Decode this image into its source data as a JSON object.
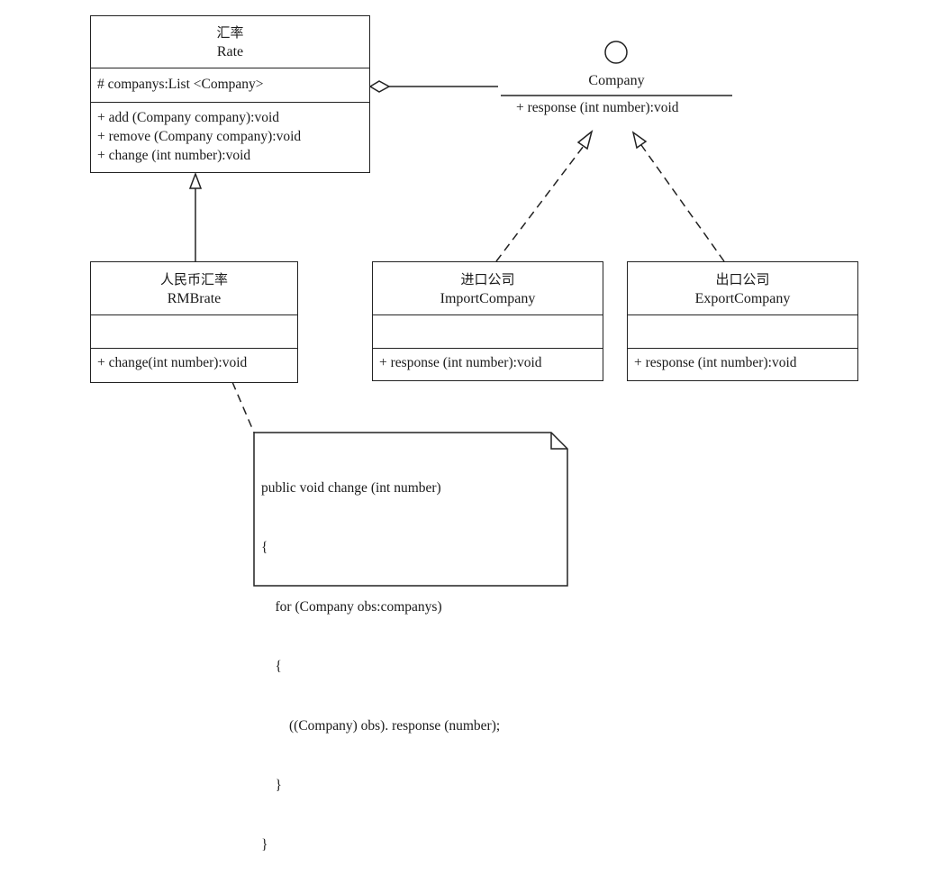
{
  "rate": {
    "title_cn": "汇率",
    "title_en": "Rate",
    "attributes": [
      "# companys:List <Company>"
    ],
    "methods": [
      "+ add (Company company):void",
      "+ remove (Company company):void",
      "+ change (int number):void"
    ]
  },
  "company": {
    "name": "Company",
    "methods": [
      "+ response (int number):void"
    ]
  },
  "rmbrate": {
    "title_cn": "人民币汇率",
    "title_en": "RMBrate",
    "methods": [
      "+ change(int number):void"
    ]
  },
  "import_company": {
    "title_cn": "进口公司",
    "title_en": "ImportCompany",
    "methods": [
      "+ response (int number):void"
    ]
  },
  "export_company": {
    "title_cn": "出口公司",
    "title_en": "ExportCompany",
    "methods": [
      "+ response (int number):void"
    ]
  },
  "note": {
    "lines": [
      "public void change (int number)",
      "{",
      "    for (Company obs:companys)",
      "    {",
      "        ((Company) obs). response (number);",
      "    }",
      "}"
    ]
  }
}
